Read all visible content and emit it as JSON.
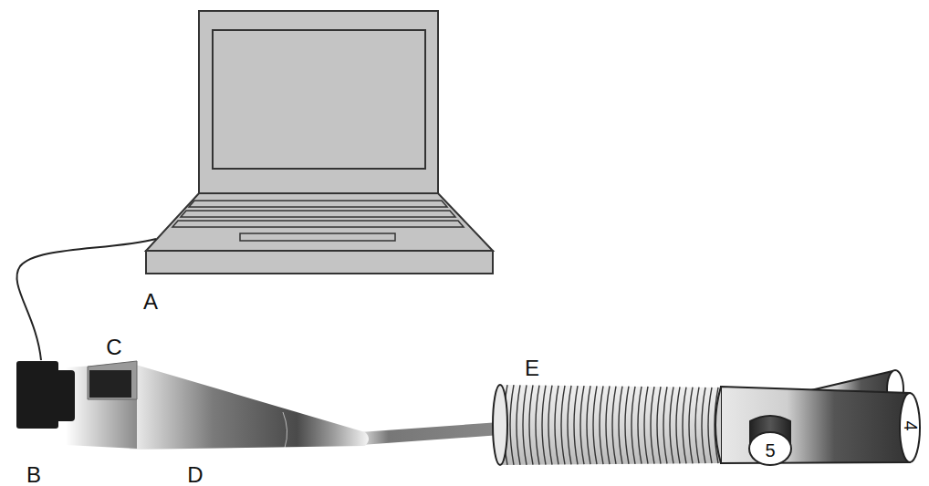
{
  "diagram": {
    "labels": [
      "A",
      "B",
      "C",
      "D",
      "E",
      "4",
      "5"
    ]
  }
}
